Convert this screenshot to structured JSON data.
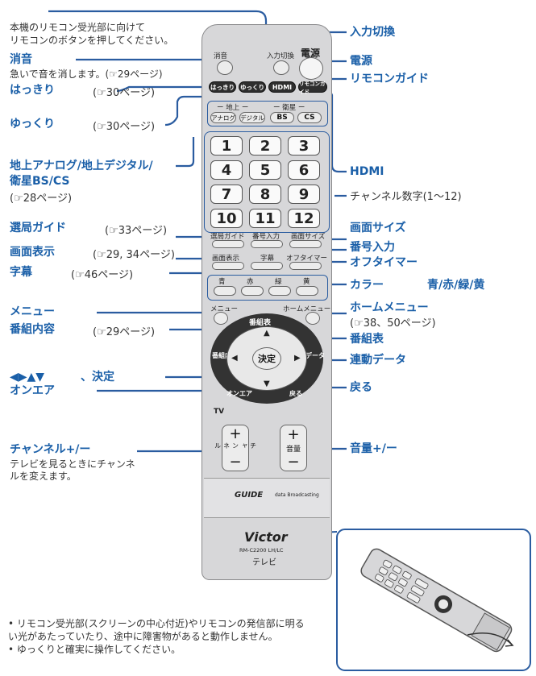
{
  "top_note": [
    "本機のリモコン受光部に向けて",
    "リモコンのボタンを押してください。"
  ],
  "left": {
    "mute": {
      "title": "消音",
      "desc": "急いで音を消します。(☞29ページ)"
    },
    "hakkiri": {
      "title": "はっきり",
      "ref": "(☞30ページ)"
    },
    "yukkuri": {
      "title": "ゆっくり",
      "ref": "(☞30ページ)"
    },
    "broadcast": {
      "title1": "地上アナログ/地上デジタル/",
      "title2": "衛星BS/CS",
      "ref": "(☞28ページ)"
    },
    "guide": {
      "title": "選局ガイド",
      "ref": "(☞33ページ)"
    },
    "display": {
      "title": "画面表示",
      "ref": "(☞29, 34ページ)"
    },
    "subtitle": {
      "title": "字幕",
      "ref": "(☞46ページ)"
    },
    "menu": {
      "title": "メニュー"
    },
    "program": {
      "title": "番組内容",
      "ref": "(☞29ページ)"
    },
    "arrows": {
      "title": "◀▶▲▼",
      "suffix": "、決定"
    },
    "onair": {
      "title": "オンエア"
    },
    "channel": {
      "title": "チャンネル+/ー",
      "desc1": "テレビを見るときにチャンネ",
      "desc2": "ルを変えます。"
    }
  },
  "right": {
    "input": "入力切換",
    "power": "電源",
    "remote_guide": "リモコンガイド",
    "hdmi": "HDMI",
    "channel_num": "チャンネル数字(1～12)",
    "screen_size": "画面サイズ",
    "number_input": "番号入力",
    "off_timer": "オフタイマー",
    "color": "カラー",
    "color_values": "青/赤/緑/黄",
    "home_menu": "ホームメニュー",
    "home_ref": "(☞38、50ページ)",
    "program_table": "番組表",
    "linked_data": "連動データ",
    "back": "戻る",
    "volume": "音量+/ー"
  },
  "remote": {
    "mute": "消音",
    "input": "入力切換",
    "power": "電源",
    "hakkiri": "はっきり",
    "yukkuri": "ゆっくり",
    "hdmi": "HDMI",
    "rguide": "リモコンガイド",
    "chijo": "ー 地上 ー",
    "eisei": "ー 衛星 ー",
    "analog": "アナログ",
    "digital": "デジタル",
    "bs": "BS",
    "cs": "CS",
    "nums": [
      "1",
      "2",
      "3",
      "4",
      "5",
      "6",
      "7",
      "8",
      "9",
      "10",
      "11",
      "12"
    ],
    "senkyoku": "選局ガイド",
    "bango": "番号入力",
    "gamen_size": "画面サイズ",
    "gamen_hyoji": "画面表示",
    "jimaku": "字幕",
    "off_timer": "オフタイマー",
    "colors": [
      "青",
      "赤",
      "緑",
      "黄"
    ],
    "menu": "メニュー",
    "home": "ホームメニュー",
    "bangumihyo": "番組表",
    "bangumi_naiyo": "番組内容",
    "rendo": "連動データ",
    "kettei": "決定",
    "onair": "オンエア",
    "modoru": "戻る",
    "tv": "TV",
    "ch": "チャンネル",
    "vol": "音量",
    "gguide": "GUIDE",
    "data_bc": "data Broadcasting",
    "brand": "Victor",
    "model": "RM-C2200 LH/LC",
    "terebi": "テレビ"
  },
  "bottom_notes": [
    "• リモコン受光部(スクリーンの中心付近)やリモコンの発信部に明る",
    "  い光があたっていたり、途中に障害物があると動作しません。",
    "• ゆっくりと確実に操作してください。"
  ],
  "colors": {
    "accent": "#1a5fa8",
    "line": "#2a5ca0"
  }
}
